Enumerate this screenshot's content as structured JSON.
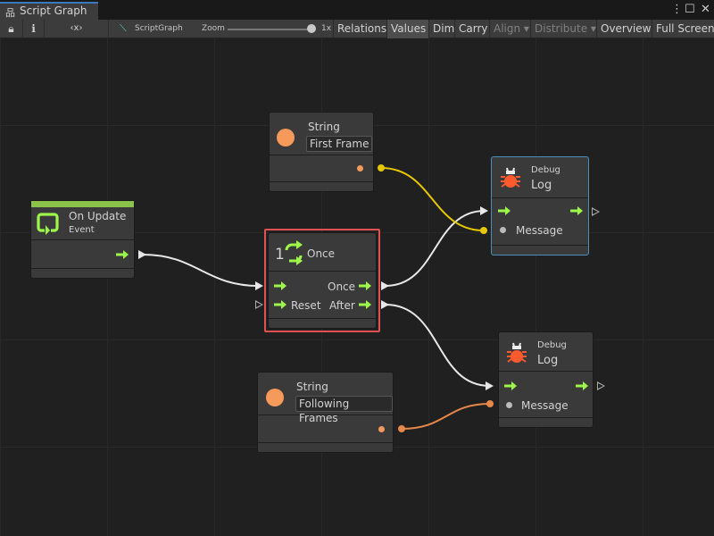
{
  "window": {
    "tab_title": "Script Graph",
    "menu_icon": "kebab-menu-icon",
    "maximize_icon": "maximize-icon",
    "close_icon": "close-icon"
  },
  "toolbar": {
    "lock_icon": "lock-icon",
    "info_icon": "info-icon",
    "variables_label": "‹x›",
    "asset_name": "ScriptGraph",
    "zoom_label": "Zoom",
    "zoom_value": "1x",
    "zoom_level": 1.0,
    "buttons": [
      {
        "label": "Relations",
        "active": false,
        "enabled": true
      },
      {
        "label": "Values",
        "active": true,
        "enabled": true
      },
      {
        "label": "Dim",
        "active": false,
        "enabled": true
      },
      {
        "label": "Carry",
        "active": false,
        "enabled": true
      },
      {
        "label": "Align ▾",
        "active": false,
        "enabled": false
      },
      {
        "label": "Distribute ▾",
        "active": false,
        "enabled": false
      },
      {
        "label": "Overview",
        "active": false,
        "enabled": true
      },
      {
        "label": "Full Screen",
        "active": false,
        "enabled": true
      }
    ]
  },
  "colors": {
    "accent_green": "#9df74a",
    "event_bar": "#8bc34a",
    "string_orange": "#f59a5a",
    "bug_red": "#ff5a2e",
    "wire_white": "#e8e8e8",
    "wire_yellow": "#e6c800",
    "wire_orange": "#e8874a",
    "selected_border": "#e05252",
    "hover_border": "#4a8fc0"
  },
  "nodes": {
    "on_update": {
      "title": "On Update",
      "subtitle": "Event",
      "icon": "update-loop-icon"
    },
    "string1": {
      "title": "String",
      "value": "First Frame"
    },
    "once": {
      "title": "Once",
      "icon": "once-icon",
      "icon_number": "1",
      "inputs": [
        "",
        "Reset"
      ],
      "outputs": [
        "Once",
        "After"
      ]
    },
    "log1": {
      "category": "Debug",
      "title": "Log",
      "input": "Message",
      "icon": "bug-icon"
    },
    "log2": {
      "category": "Debug",
      "title": "Log",
      "input": "Message",
      "icon": "bug-icon"
    },
    "string2": {
      "title": "String",
      "value": "Following Frames"
    }
  }
}
